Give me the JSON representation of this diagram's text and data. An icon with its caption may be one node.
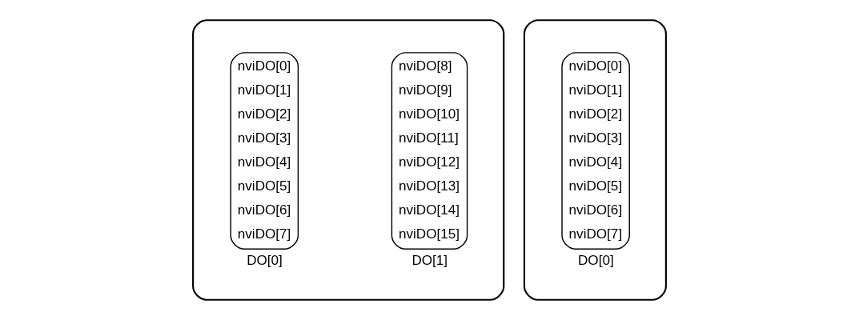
{
  "diagram": {
    "nodes": [
      {
        "text": [],
        "shape": "box"
      },
      {
        "text": [
          "nviDO[0]",
          "nviDO[1]",
          "nviDO[2]",
          "nviDO[3]",
          "nviDO[4]",
          "nviDO[5]",
          "nviDO[6]",
          "nviDO[7]",
          "DO[0]"
        ],
        "in": 0
      },
      {
        "text": [
          "nviDO[8]",
          "nviDO[9]",
          "nviDO[10]",
          "nviDO[11]",
          "nviDO[12]",
          "nviDO[13]",
          "nviDO[14]",
          "nviDO[15]",
          "DO[1]"
        ],
        "in": 0
      },
      {
        "text": [],
        "shape": "box"
      },
      {
        "text": [
          "nviDO[0]",
          "nviDO[1]",
          "nviDO[2]",
          "nviDO[3]",
          "nviDO[4]",
          "nviDO[5]",
          "nviDO[6]",
          "nviDO[7]",
          "DO[0]"
        ],
        "in": 3
      }
    ]
  }
}
